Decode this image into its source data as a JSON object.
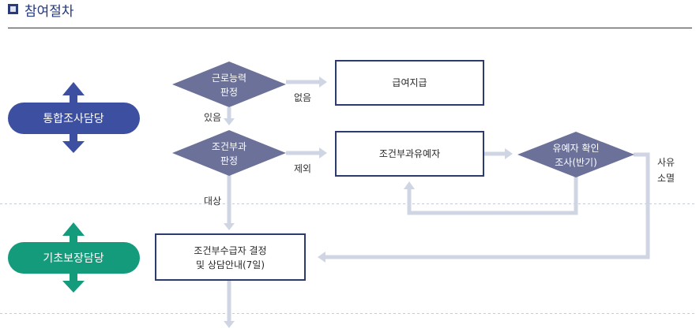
{
  "header": {
    "title": "참여절차"
  },
  "colors": {
    "title": "#24397a",
    "title_icon": "#2b3a78",
    "title_icon_inner": "#dfe4f2",
    "header_line": "#333333",
    "lane_divider": "#c8ccd8",
    "diamond": "#6b7199",
    "box_border": "#2d3a6e",
    "connector": "#cfd5e2",
    "role_integrated": "#3c4fa1",
    "role_basic": "#139b7b"
  },
  "roles": [
    {
      "label": "통합조사담당",
      "icon": "double-arrow-vertical-icon"
    },
    {
      "label": "기초보장담당",
      "icon": "double-arrow-vertical-icon"
    }
  ],
  "nodes": {
    "work_ability": {
      "lines": [
        "근로능력",
        "판정"
      ]
    },
    "benefit_payment": {
      "lines": [
        "급여지급"
      ]
    },
    "conditional": {
      "lines": [
        "조건부과",
        "판정"
      ]
    },
    "deferred": {
      "lines": [
        "조건부과유예자"
      ]
    },
    "deferral_check": {
      "lines": [
        "유예자 확인",
        "조사(반기)"
      ]
    },
    "conditional_recipient": {
      "lines": [
        "조건부수급자 결정",
        "및 상담안내(7일)"
      ]
    }
  },
  "edge_labels": {
    "none": "없음",
    "yes": "있음",
    "excluded": "제외",
    "target": "대상",
    "reason_lapsed": [
      "사유",
      "소멸"
    ]
  }
}
